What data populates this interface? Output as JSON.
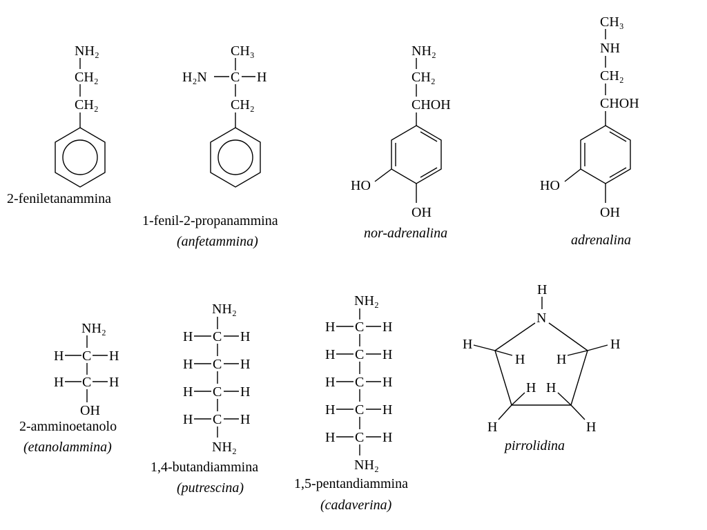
{
  "molecules": [
    {
      "name": "2-feniletanammina",
      "formula": [
        "NH₂",
        "CH₂",
        "CH₂"
      ]
    },
    {
      "name": "1-fenil-2-propanammina",
      "common_name": "(anfetammina)",
      "formula": [
        "CH₃",
        "H₂N",
        "C",
        "H",
        "CH₂"
      ]
    },
    {
      "name": "nor-adrenalina",
      "formula": [
        "NH₂",
        "CH₂",
        "CHOH",
        "HO",
        "OH"
      ]
    },
    {
      "name": "adrenalina",
      "formula": [
        "CH₃",
        "NH",
        "CH₂",
        "CHOH",
        "HO",
        "OH"
      ]
    },
    {
      "name": "2-amminoetanolo",
      "common_name": "(etanolammina)",
      "formula": [
        "NH₂",
        "H",
        "C",
        "H",
        "H",
        "C",
        "H",
        "OH"
      ]
    },
    {
      "name": "1,4-butandiammina",
      "common_name": "(putrescina)",
      "formula": [
        "NH₂",
        "H",
        "C",
        "H",
        "NH₂"
      ]
    },
    {
      "name": "1,5-pentandiammina",
      "common_name": "(cadaverina)",
      "formula": [
        "NH₂",
        "H",
        "C",
        "H",
        "NH₂"
      ]
    },
    {
      "name": "pirrolidina",
      "formula": [
        "H",
        "N",
        "H"
      ]
    }
  ]
}
